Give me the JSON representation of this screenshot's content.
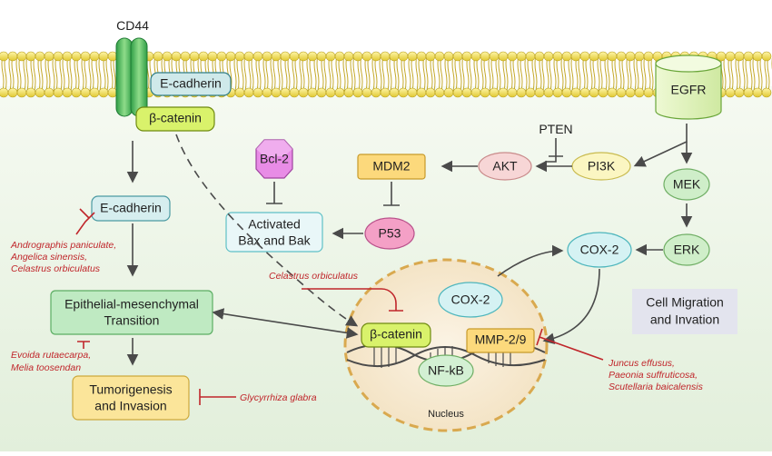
{
  "membrane": {
    "cd44_label": "CD44",
    "ecadherin_membrane_label": "E-cadherin",
    "bcatenin_membrane_label": "β-catenin",
    "egfr_label": "EGFR",
    "pten_label": "PTEN"
  },
  "pathway": {
    "akt": "AKT",
    "pi3k": "PI3K",
    "mdm2": "MDM2",
    "bcl2": "Bcl-2",
    "bax_line1": "Activated",
    "bax_line2": "Bax and Bak",
    "p53": "P53",
    "mek": "MEK",
    "erk": "ERK",
    "cox2_cyto": "COX-2",
    "ecadherin_cyto": "E-cadherin",
    "emt_line1": "Epithelial-mesenchymal",
    "emt_line2": "Transition",
    "tumor_line1": "Tumorigenesis",
    "tumor_line2": "and Invasion",
    "cell_migration_line1": "Cell Migration",
    "cell_migration_line2": "and Invation"
  },
  "nucleus": {
    "label": "Nucleus",
    "cox2": "COX-2",
    "bcatenin": "β-catenin",
    "mmp": "MMP-2/9",
    "nfkb": "NF-kB"
  },
  "inhibitors": {
    "ecad_herbs": [
      "Andrographis paniculate,",
      "Angelica sinensis,",
      "Celastrus orbiculatus"
    ],
    "emt_herbs": [
      "Evoida rutaecarpa,",
      "Melia toosendan"
    ],
    "tumor_herb": "Glycyrrhiza glabra",
    "nucleus_herb": "Celastrus orbiculatus",
    "mmp_herbs": [
      "Juncus effusus,",
      "Paeonia suffruticosa,",
      "Scutellaria baicalensis"
    ]
  }
}
